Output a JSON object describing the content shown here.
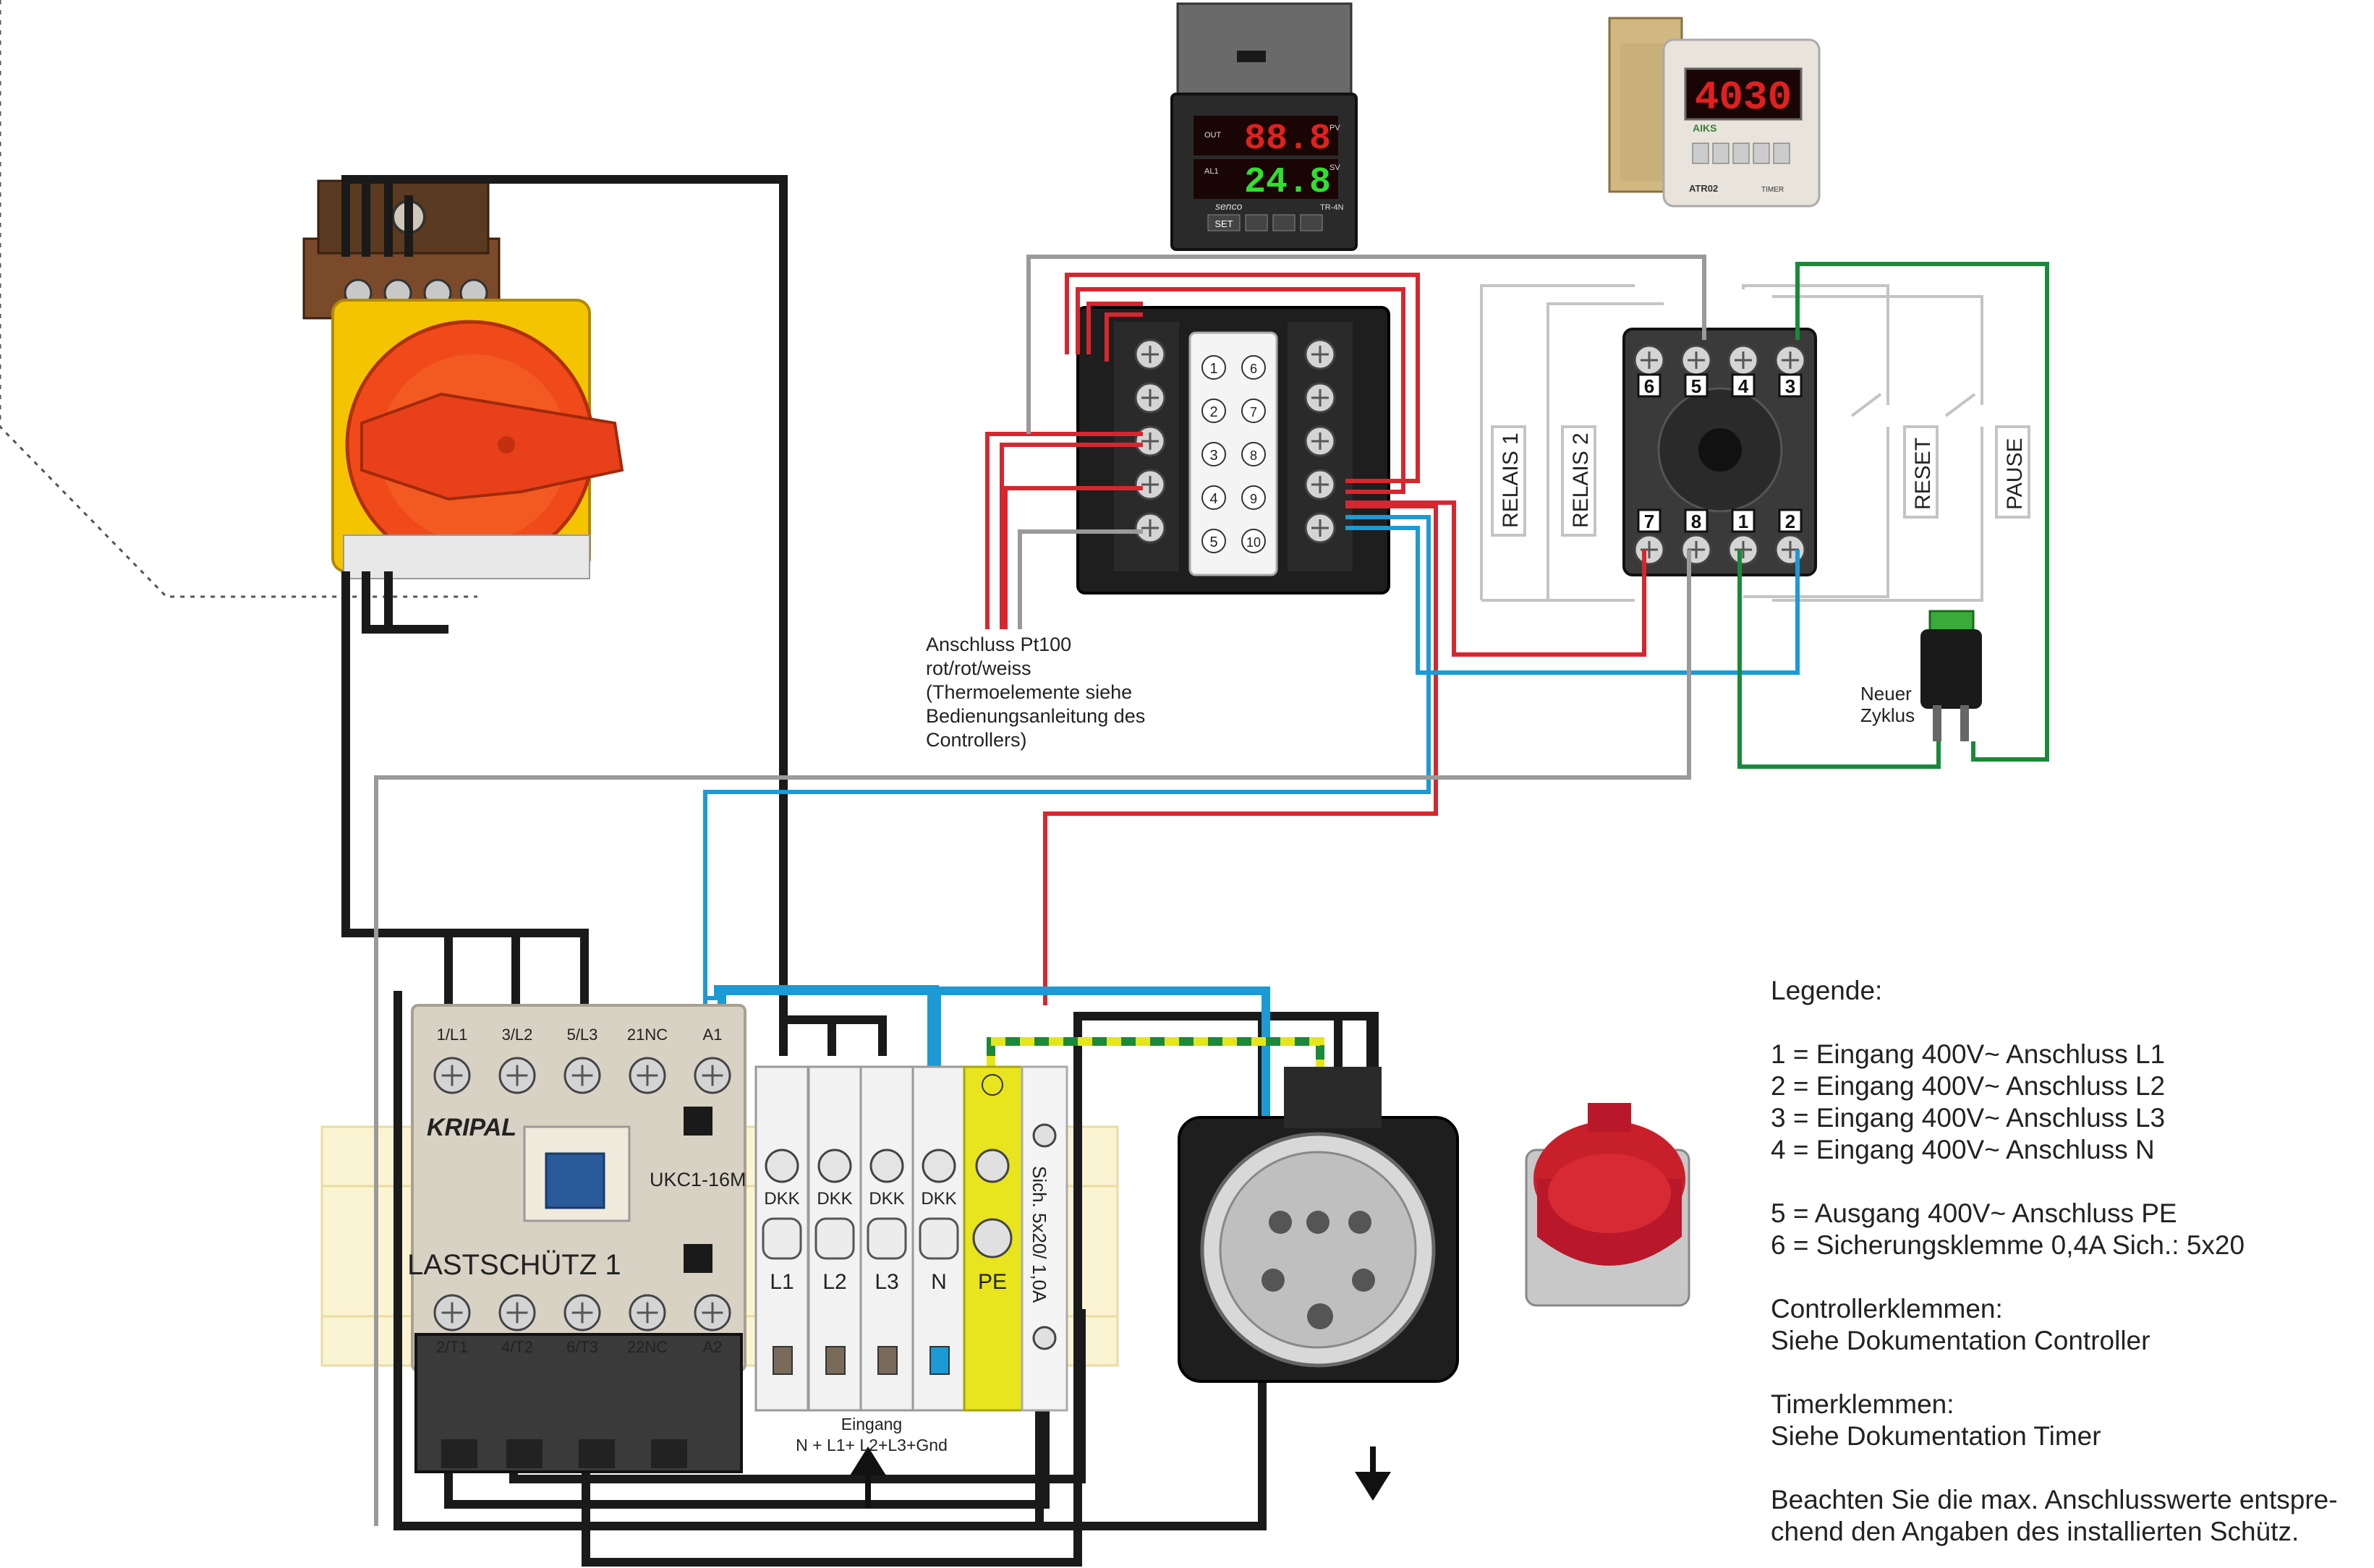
{
  "colors": {
    "wire_black": "#1a1a1a",
    "wire_red": "#d7262e",
    "wire_blue": "#1b9ad6",
    "wire_grey": "#9a9a9a",
    "wire_green": "#1a8a3a",
    "pe_yellow": "#e5e51a",
    "switch_knob": "#f04a1a",
    "switch_plate": "#f5c400",
    "controller_display": "#e02020",
    "timer_display": "#e02020",
    "socket_red": "#c8202a"
  },
  "controller": {
    "display_pv": "88.8",
    "display_sv": "24.8",
    "label_out": "OUT",
    "label_al1": "AL1",
    "label_pv": "PV",
    "label_sv": "SV",
    "brand": "senco",
    "model": "TR-4N",
    "set_button": "SET",
    "terminals_left": [
      "1",
      "2",
      "3",
      "4",
      "5"
    ],
    "terminals_right": [
      "6",
      "7",
      "8",
      "9",
      "10"
    ]
  },
  "timer": {
    "display": "4030",
    "brand": "AIKS",
    "model": "ATR02",
    "tag": "TIMER"
  },
  "timer_socket": {
    "pins_top": [
      "6",
      "5",
      "4",
      "3"
    ],
    "pins_bottom": [
      "7",
      "8",
      "1",
      "2"
    ],
    "relay_labels": [
      "RELAIS 1",
      "RELAIS 2"
    ],
    "switch_labels": [
      "RESET",
      "PAUSE"
    ]
  },
  "annotations": {
    "pt100": [
      "Anschluss Pt100",
      "rot/rot/weiss",
      "(Thermoelemente siehe",
      "Bedienungsanleitung des",
      "Controllers)"
    ],
    "new_cycle": [
      "Neuer",
      "Zyklus"
    ],
    "input": [
      "Eingang",
      "N + L1+ L2+L3+Gnd"
    ]
  },
  "contactor": {
    "brand": "KRIPAL",
    "model": "UKC1-16M",
    "name": "LASTSCHÜTZ 1",
    "top_terminals": [
      "1/L1",
      "3/L2",
      "5/L3",
      "21NC",
      "A1"
    ],
    "bottom_terminals": [
      "2/T1",
      "4/T2",
      "6/T3",
      "22NC",
      "A2"
    ]
  },
  "terminal_blocks": {
    "top_labels": [
      "DKK",
      "DKK",
      "DKK",
      "DKK"
    ],
    "bottom_labels": [
      "L1",
      "L2",
      "L3",
      "N"
    ],
    "pe_label": "PE",
    "fuse_label": "Sich. 5x20/ 1,0A"
  },
  "legend": {
    "title": "Legende:",
    "items": [
      "1 = Eingang 400V~ Anschluss L1",
      "2 = Eingang 400V~ Anschluss L2",
      "3 = Eingang 400V~ Anschluss L3",
      "4 = Eingang 400V~ Anschluss  N",
      "",
      "5 = Ausgang 400V~  Anschluss PE",
      "6 = Sicherungsklemme 0,4A Sich.: 5x20",
      "",
      "Controllerklemmen:",
      "Siehe Dokumentation Controller",
      "",
      "Timerklemmen:",
      "Siehe Dokumentation Timer",
      "",
      "Beachten Sie die max. Anschlusswerte entspre-",
      "chend den Angaben des  installierten Schütz."
    ]
  }
}
